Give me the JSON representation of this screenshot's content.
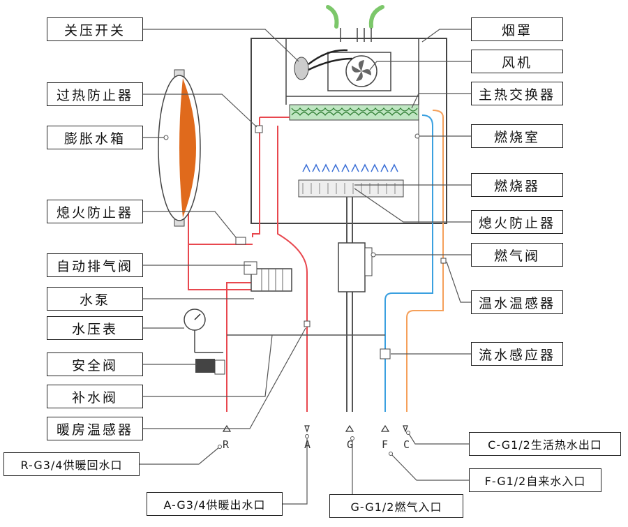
{
  "left_labels": [
    "关压开关",
    "过热防止器",
    "膨胀水箱",
    "熄火防止器",
    "自动排气阀",
    "水泵",
    "水压表",
    "安全阀",
    "补水阀",
    "暖房温感器"
  ],
  "right_labels": [
    "烟罩",
    "风机",
    "主热交换器",
    "燃烧室",
    "燃烧器",
    "熄火防止器",
    "燃气阀",
    "温水温感器",
    "流水感应器"
  ],
  "outlet_labels": {
    "r": "R-G3/4供暖回水口",
    "a": "A-G3/4供暖出水口",
    "g": "G-G1/2燃气入口",
    "f": "F-G1/2自来水入口",
    "c": "C-G1/2生活热水出口"
  },
  "outlet_codes": [
    "R",
    "A",
    "G",
    "F",
    "C"
  ],
  "colors": {
    "heating_pipe": "#e8474e",
    "cold_pipe": "#3aa0e0",
    "hot_water_pipe": "#f5a05a",
    "tank_fill": "#e06a1c",
    "leader_line": "#555555"
  }
}
